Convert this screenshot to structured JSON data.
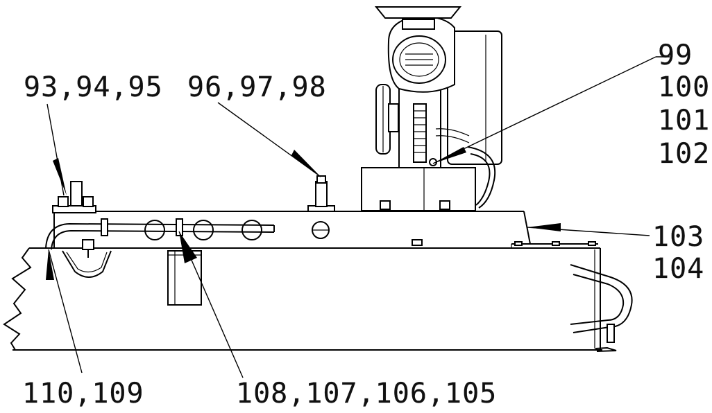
{
  "callouts": [
    {
      "id": "c-93",
      "text": "93,94,95"
    },
    {
      "id": "c-96",
      "text": "96,97,98"
    },
    {
      "id": "c-99",
      "text": "99"
    },
    {
      "id": "c-100",
      "text": "100"
    },
    {
      "id": "c-101",
      "text": "101"
    },
    {
      "id": "c-102",
      "text": "102"
    },
    {
      "id": "c-103",
      "text": "103"
    },
    {
      "id": "c-104",
      "text": "104"
    },
    {
      "id": "c-110",
      "text": "110,109"
    },
    {
      "id": "c-108",
      "text": "108,107,106,105"
    }
  ]
}
